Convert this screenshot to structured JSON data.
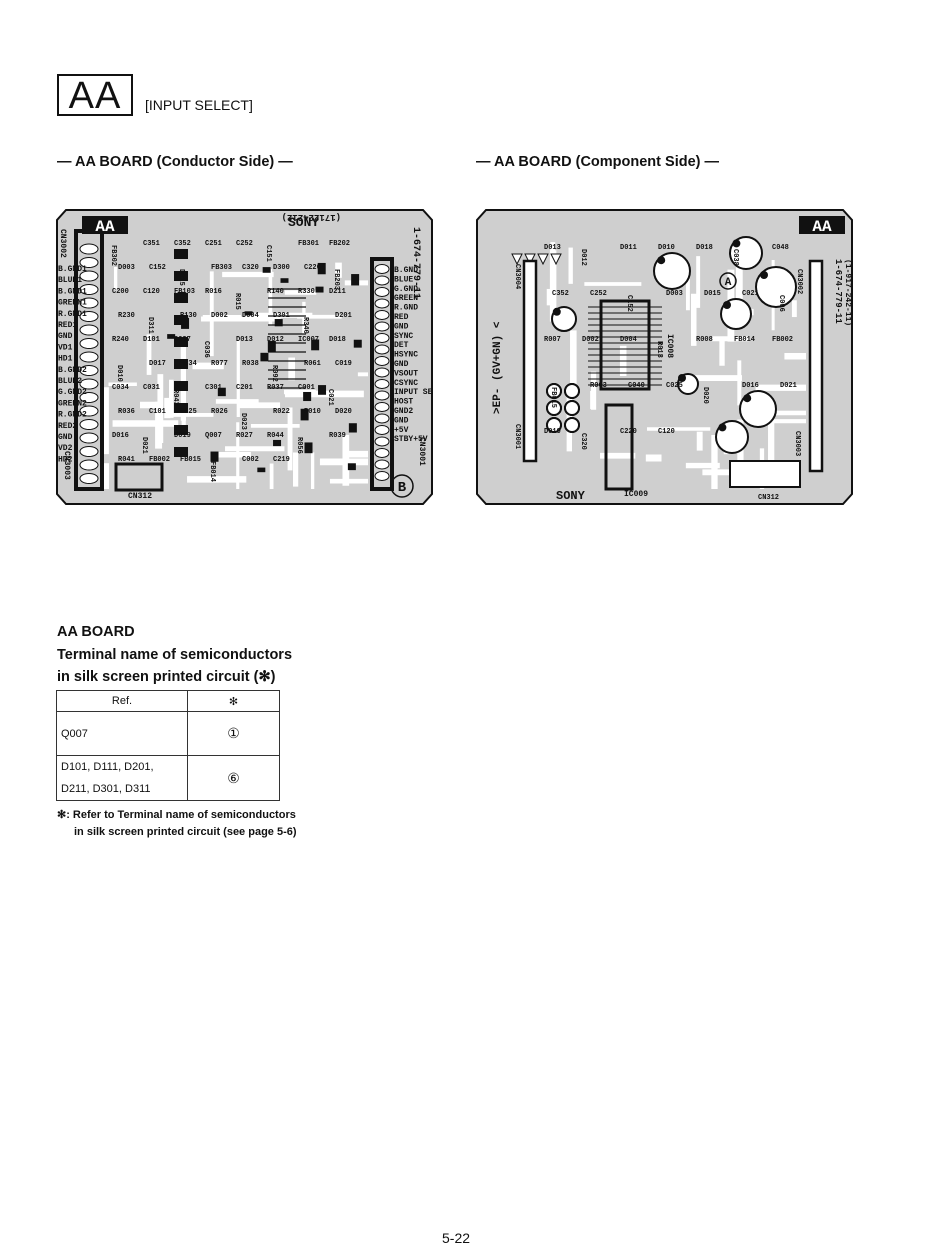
{
  "header": {
    "board_code": "AA",
    "subtitle": "[INPUT SELECT]"
  },
  "conductor_side": {
    "title": "— AA BOARD (Conductor Side) —",
    "brand": "SONY",
    "corner_code": "AA",
    "part_number": "1-674-779-11",
    "top_code": "(171224212)",
    "circle_mark": "B",
    "left_connector": "CN3002",
    "right_connector": "CN3001",
    "connector_bottom_left": "CN3003",
    "connector_bottom": "CN312",
    "left_pins": [
      "B.GND1",
      "BLUE1",
      "B.GND1",
      "GREEN1",
      "R.GND1",
      "RED1",
      "GND",
      "VD1",
      "HD1",
      "B.GND2",
      "BLUE2",
      "G.GND2",
      "GREEN2",
      "R.GND2",
      "RED2",
      "GND",
      "VD2",
      "HD2"
    ],
    "right_pins": [
      "B.GND",
      "BLUE",
      "G.GND",
      "GREEN",
      "R.GND",
      "RED",
      "GND",
      "SYNC",
      "DET",
      "HSYNC",
      "GND",
      "VSOUT",
      "CSYNC",
      "INPUT SELECT",
      "HOST",
      "GND2",
      "GND",
      "+5V",
      "STBY+5V"
    ],
    "component_labels": [
      "FB302",
      "C351",
      "C352",
      "C251",
      "C252",
      "C151",
      "FB301",
      "FB202",
      "D003",
      "C152",
      "D015",
      "FB303",
      "C320",
      "D300",
      "C220",
      "FB203",
      "C200",
      "C120",
      "FB103",
      "R016",
      "R015",
      "R140",
      "R330",
      "D211",
      "R230",
      "D311",
      "R130",
      "D002",
      "D004",
      "D301",
      "R340",
      "D201",
      "R240",
      "D101",
      "C037",
      "C036",
      "D013",
      "D012",
      "IC007",
      "D018",
      "D010",
      "D017",
      "R034",
      "R077",
      "R038",
      "R092",
      "R061",
      "C019",
      "C034",
      "C031",
      "R043",
      "C301",
      "C201",
      "R037",
      "C001",
      "C021",
      "R036",
      "C101",
      "C025",
      "R026",
      "D023",
      "R022",
      "R010",
      "D020",
      "D016",
      "D021",
      "D019",
      "Q007",
      "R027",
      "R044",
      "R056",
      "R039",
      "R041",
      "FB002",
      "FB015",
      "FB014",
      "C002",
      "C219"
    ]
  },
  "component_side": {
    "title": "— AA BOARD (Component Side) —",
    "brand": "SONY",
    "corner_code": "AA",
    "part_number": "1-674-779-11",
    "alt_part_number": "(1-917-242-11)",
    "circle_mark": "A",
    "sideways_text": ">EP- (GV+GN) <",
    "ic_labels": [
      "IC008",
      "IC009"
    ],
    "connectors": [
      "CN3004",
      "CN3001",
      "CN3002",
      "CN3003",
      "CN312"
    ],
    "component_labels": [
      "D013",
      "D012",
      "D011",
      "D010",
      "D018",
      "C038",
      "C048",
      "C352",
      "C252",
      "C152",
      "D003",
      "D015",
      "C021",
      "C006",
      "R007",
      "D002",
      "D004",
      "R013",
      "R008",
      "FB014",
      "FB002",
      "FB015",
      "R063",
      "C040",
      "C025",
      "D020",
      "D016",
      "D021",
      "D019",
      "C320",
      "C220",
      "C120"
    ]
  },
  "section": {
    "title": "AA BOARD",
    "desc_line1": "Terminal name of semiconductors",
    "desc_line2": "in silk screen printed circuit (✻)"
  },
  "table": {
    "col_ref": "Ref.",
    "col_mark": "✻",
    "rows": [
      {
        "ref": "Q007",
        "mark": "①"
      },
      {
        "ref_line1": "D101, D111, D201,",
        "ref_line2": "D211, D301, D311",
        "mark": "⑥"
      }
    ]
  },
  "note": {
    "line1": "✻: Refer to Terminal name of semiconductors",
    "line2": "in silk screen printed circuit (see page 5-6)"
  },
  "page_number": "5-22",
  "colors": {
    "board_fill": "#cccccc",
    "trace": "#111111",
    "pad": "#ffffff"
  }
}
